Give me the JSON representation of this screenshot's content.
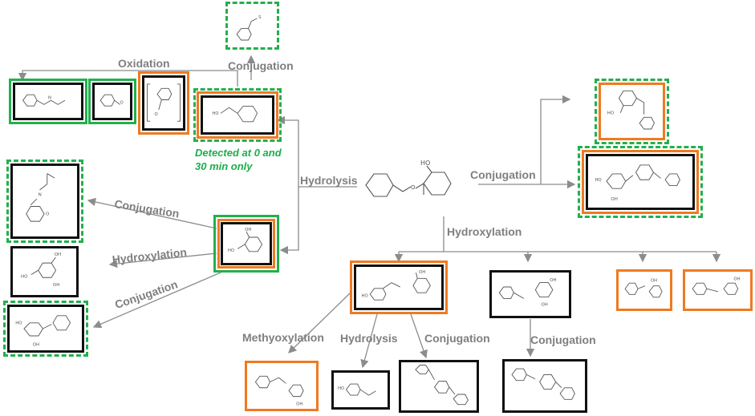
{
  "labels": {
    "oxidation": "Oxidation",
    "conjugation_top": "Conjugation",
    "hydrolysis_main": "Hydrolysis",
    "conjugation_right": "Conjugation",
    "hydroxylation_main": "Hydroxylation",
    "conjugation_left1": "Conjugation",
    "hydroxylation_left": "Hydroxylation",
    "conjugation_left2": "Conjugation",
    "methyoxylation": "Methyoxylation",
    "hydrolysis_bottom": "Hydrolysis",
    "conjugation_bottom1": "Conjugation",
    "conjugation_bottom2": "Conjugation"
  },
  "note": {
    "line1": "Detected at 0 and",
    "line2": "30 min only"
  },
  "atoms": {
    "ho": "HO",
    "oh": "OH",
    "o": "O",
    "n": "N",
    "s": "S",
    "ho_oh": "HO"
  },
  "colors": {
    "arrow": "#8c8c8c",
    "label": "#7f7f7f",
    "black_box": "#111111",
    "orange_box": "#ef7a22",
    "green_box": "#22b04e",
    "note": "#1aae4a"
  }
}
